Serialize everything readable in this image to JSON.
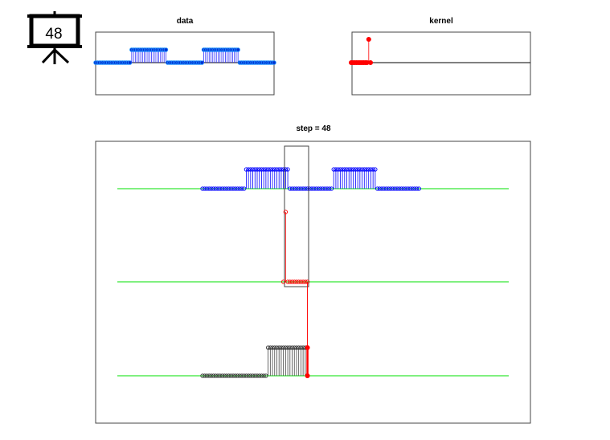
{
  "icon": {
    "label": "48",
    "name": "presentation-board-icon"
  },
  "colors": {
    "data": "#0000ff",
    "kernel": "#ff0000",
    "output": "#000000",
    "baseline": "#00dd00",
    "window": "#333333"
  },
  "chart_data": [
    {
      "type": "stem",
      "title": "data",
      "values": [
        0,
        0,
        0,
        0,
        0,
        0,
        0,
        0,
        0,
        0,
        0,
        0,
        0,
        0,
        0,
        0,
        0,
        0,
        0,
        0,
        1,
        1,
        1,
        1,
        1,
        1,
        1,
        1,
        1,
        1,
        1,
        1,
        1,
        1,
        1,
        1,
        1,
        1,
        1,
        1,
        0,
        0,
        0,
        0,
        0,
        0,
        0,
        0,
        0,
        0,
        0,
        0,
        0,
        0,
        0,
        0,
        0,
        0,
        0,
        0,
        1,
        1,
        1,
        1,
        1,
        1,
        1,
        1,
        1,
        1,
        1,
        1,
        1,
        1,
        1,
        1,
        1,
        1,
        1,
        1,
        0,
        0,
        0,
        0,
        0,
        0,
        0,
        0,
        0,
        0,
        0,
        0,
        0,
        0,
        0,
        0,
        0,
        0,
        0,
        0
      ],
      "ylim": [
        -1.5,
        2.5
      ]
    },
    {
      "type": "stem",
      "title": "kernel",
      "values": [
        0,
        0,
        0,
        0,
        0,
        0,
        0,
        0,
        0,
        0,
        1,
        0
      ],
      "ylim": [
        -1.5,
        1.5
      ]
    },
    {
      "type": "stem",
      "title": "step = 48",
      "step": 48,
      "output_values": [
        0,
        0,
        0,
        0,
        0,
        0,
        0,
        0,
        0,
        0,
        0,
        0,
        0,
        0,
        0,
        0,
        0,
        0,
        0,
        0,
        0,
        0,
        0,
        0,
        0,
        0,
        0,
        0,
        0,
        0,
        1,
        1,
        1,
        1,
        1,
        1,
        1,
        1,
        1,
        1,
        1,
        1,
        1,
        1,
        1,
        1,
        1,
        1,
        1
      ]
    }
  ]
}
